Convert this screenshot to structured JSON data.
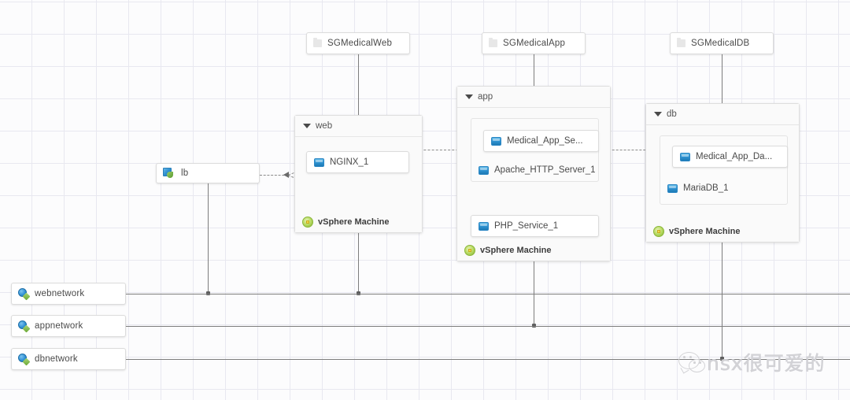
{
  "canvas": {
    "title": "Blueprint design canvas",
    "grid": true,
    "grid_size": 41,
    "colors": {
      "background": "#fcfcfd",
      "grid_line": "#e8e8f0",
      "node_border": "#dcdcdc",
      "edge": "#7d7d7d",
      "dashed_edge": "#8a8a8a",
      "vsphere_green": "#8ab63a",
      "component_blue": "#2f93d2"
    }
  },
  "security_groups": [
    {
      "label": "SGMedicalWeb",
      "icon": "security-group-icon"
    },
    {
      "label": "SGMedicalApp",
      "icon": "security-group-icon"
    },
    {
      "label": "SGMedicalDB",
      "icon": "security-group-icon"
    }
  ],
  "load_balancer": {
    "label": "lb",
    "icon": "load-balancer-icon"
  },
  "machines": [
    {
      "name": "web",
      "caret": "collapse-caret",
      "footer": {
        "label": "vSphere Machine",
        "icon": "vsphere-machine-icon"
      },
      "components": [
        {
          "label": "NGINX_1",
          "icon": "software-component-icon"
        }
      ]
    },
    {
      "name": "app",
      "caret": "collapse-caret",
      "footer": {
        "label": "vSphere Machine",
        "icon": "vsphere-machine-icon"
      },
      "components": [
        {
          "label": "Medical_App_Se...",
          "icon": "software-component-icon"
        },
        {
          "label": "Apache_HTTP_Server_1",
          "icon": "software-component-icon"
        },
        {
          "label": "PHP_Service_1",
          "icon": "software-component-icon"
        }
      ]
    },
    {
      "name": "db",
      "caret": "collapse-caret",
      "footer": {
        "label": "vSphere Machine",
        "icon": "vsphere-machine-icon"
      },
      "components": [
        {
          "label": "Medical_App_Da...",
          "icon": "software-component-icon"
        },
        {
          "label": "MariaDB_1",
          "icon": "software-component-icon"
        }
      ]
    }
  ],
  "networks": [
    {
      "label": "webnetwork",
      "icon": "network-icon"
    },
    {
      "label": "appnetwork",
      "icon": "network-icon"
    },
    {
      "label": "dbnetwork",
      "icon": "network-icon"
    }
  ],
  "watermark": {
    "text": "nsx很可爱的",
    "logo": "wechat-logo"
  }
}
